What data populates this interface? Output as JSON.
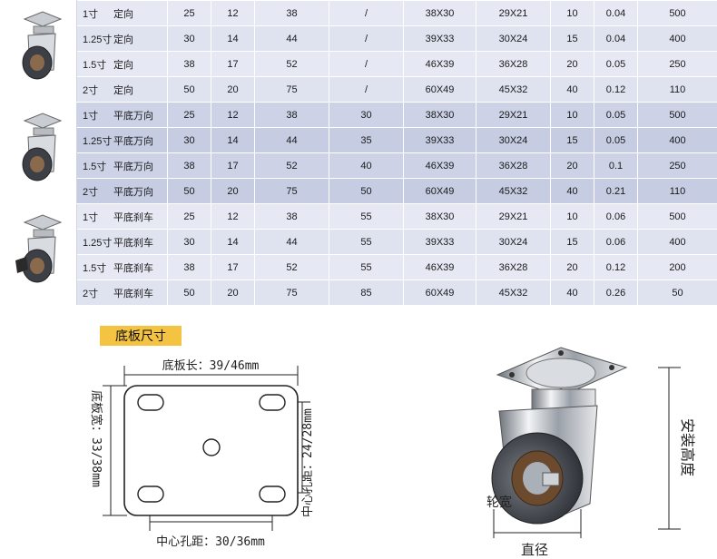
{
  "table": {
    "groups": [
      {
        "image": "swivel-caster-icon",
        "rows": [
          {
            "size": "1寸",
            "type": "定向",
            "c1": "25",
            "c2": "12",
            "c3": "38",
            "c4": "/",
            "plate": "38X30",
            "hole": "29X21",
            "c7": "10",
            "c8": "0.04",
            "c9": "500"
          },
          {
            "size": "1.25寸",
            "type": "定向",
            "c1": "30",
            "c2": "14",
            "c3": "44",
            "c4": "/",
            "plate": "39X33",
            "hole": "30X24",
            "c7": "15",
            "c8": "0.04",
            "c9": "400"
          },
          {
            "size": "1.5寸",
            "type": "定向",
            "c1": "38",
            "c2": "17",
            "c3": "52",
            "c4": "/",
            "plate": "46X39",
            "hole": "36X28",
            "c7": "20",
            "c8": "0.05",
            "c9": "250"
          },
          {
            "size": "2寸",
            "type": "定向",
            "c1": "50",
            "c2": "20",
            "c3": "75",
            "c4": "/",
            "plate": "60X49",
            "hole": "45X32",
            "c7": "40",
            "c8": "0.12",
            "c9": "110"
          }
        ]
      },
      {
        "image": "swivel-caster-icon",
        "rows": [
          {
            "size": "1寸",
            "type": "平底万向",
            "c1": "25",
            "c2": "12",
            "c3": "38",
            "c4": "30",
            "plate": "38X30",
            "hole": "29X21",
            "c7": "10",
            "c8": "0.05",
            "c9": "500"
          },
          {
            "size": "1.25寸",
            "type": "平底万向",
            "c1": "30",
            "c2": "14",
            "c3": "44",
            "c4": "35",
            "plate": "39X33",
            "hole": "30X24",
            "c7": "15",
            "c8": "0.05",
            "c9": "400"
          },
          {
            "size": "1.5寸",
            "type": "平底万向",
            "c1": "38",
            "c2": "17",
            "c3": "52",
            "c4": "40",
            "plate": "46X39",
            "hole": "36X28",
            "c7": "20",
            "c8": "0.1",
            "c9": "250"
          },
          {
            "size": "2寸",
            "type": "平底万向",
            "c1": "50",
            "c2": "20",
            "c3": "75",
            "c4": "50",
            "plate": "60X49",
            "hole": "45X32",
            "c7": "40",
            "c8": "0.21",
            "c9": "110"
          }
        ]
      },
      {
        "image": "brake-caster-icon",
        "rows": [
          {
            "size": "1寸",
            "type": "平底刹车",
            "c1": "25",
            "c2": "12",
            "c3": "38",
            "c4": "55",
            "plate": "38X30",
            "hole": "29X21",
            "c7": "10",
            "c8": "0.06",
            "c9": "500"
          },
          {
            "size": "1.25寸",
            "type": "平底刹车",
            "c1": "30",
            "c2": "14",
            "c3": "44",
            "c4": "55",
            "plate": "39X33",
            "hole": "30X24",
            "c7": "15",
            "c8": "0.06",
            "c9": "400"
          },
          {
            "size": "1.5寸",
            "type": "平底刹车",
            "c1": "38",
            "c2": "17",
            "c3": "52",
            "c4": "55",
            "plate": "46X39",
            "hole": "36X28",
            "c7": "20",
            "c8": "0.12",
            "c9": "200"
          },
          {
            "size": "2寸",
            "type": "平底刹车",
            "c1": "50",
            "c2": "20",
            "c3": "75",
            "c4": "85",
            "plate": "60X49",
            "hole": "45X32",
            "c7": "40",
            "c8": "0.26",
            "c9": "50"
          }
        ]
      }
    ]
  },
  "plate_diagram": {
    "title": "底板尺寸",
    "length_label": "底板长：39/46mm",
    "width_label": "底板宽：33/38mm",
    "hole_h_label": "中心孔距：30/36mm",
    "hole_v_label": "中心孔距：24/28mm"
  },
  "caster_diagram": {
    "height_label": "安装高度",
    "wheel_width_label": "轮宽",
    "diameter_label": "直径"
  },
  "colors": {
    "row_light": "#e6e9f4",
    "row_mid": "#cdd2e6",
    "label_bg": "#f5c342"
  }
}
